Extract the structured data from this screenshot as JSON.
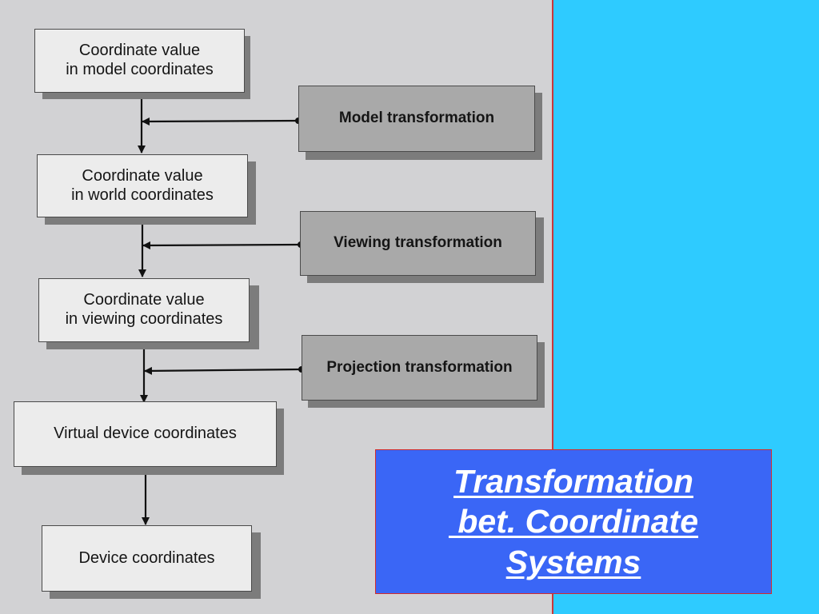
{
  "diagram": {
    "stages": [
      {
        "line1": "Coordinate value",
        "line2": "in model coordinates"
      },
      {
        "line1": "Coordinate value",
        "line2": "in world coordinates"
      },
      {
        "line1": "Coordinate value",
        "line2": "in viewing coordinates"
      },
      {
        "line1": "Virtual device coordinates"
      },
      {
        "line1": "Device coordinates"
      }
    ],
    "transformations": [
      {
        "label": "Model transformation"
      },
      {
        "label": "Viewing transformation"
      },
      {
        "label": "Projection transformation"
      }
    ]
  },
  "title": {
    "lines": [
      "Transformation",
      " bet. Coordinate",
      "Systems"
    ]
  },
  "colors": {
    "slide_background": "#2ecbff",
    "diagram_background": "#d2d2d4",
    "title_background": "#3a66f6",
    "title_border": "#d22c2c"
  }
}
